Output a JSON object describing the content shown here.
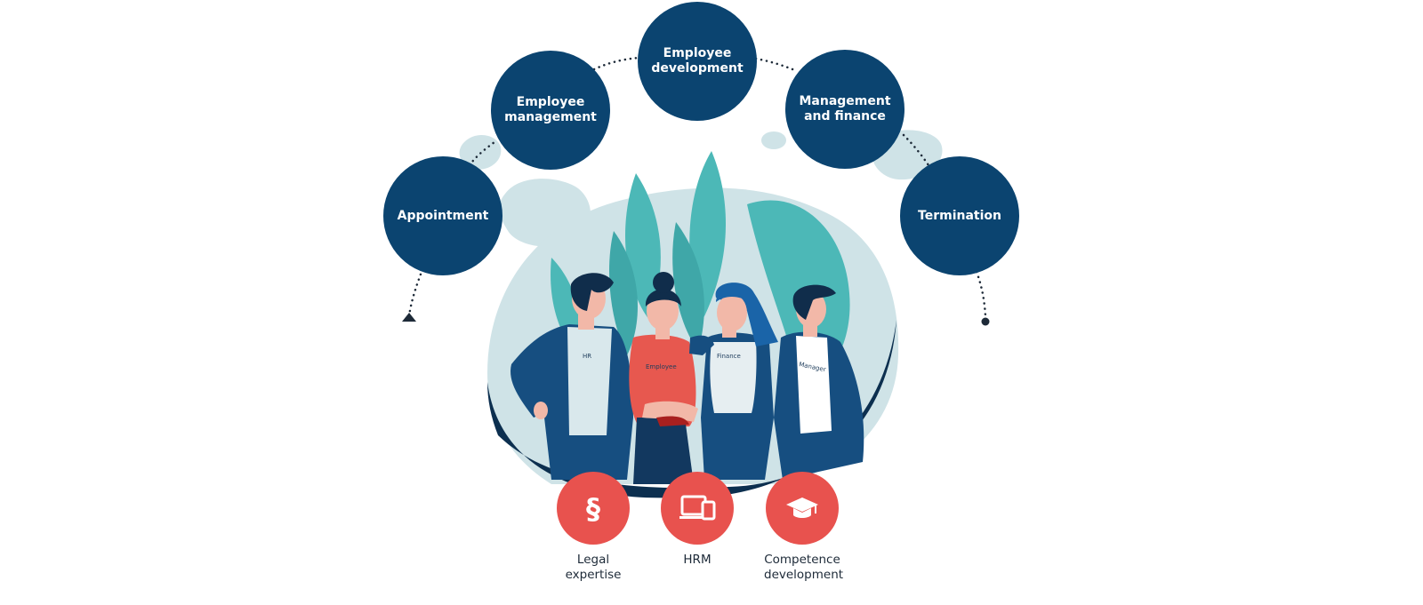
{
  "colors": {
    "stage_circle": "#0b4470",
    "service_badge": "#e8524e",
    "foliage": "#4cb8b7",
    "backdrop": "#cfe3e7",
    "jacket": "#164e80",
    "accent_red": "#e7584f"
  },
  "lifecycle": {
    "stages": [
      {
        "id": "appointment",
        "label": "Appointment"
      },
      {
        "id": "employee-management",
        "label": "Employee\nmanagement"
      },
      {
        "id": "employee-development",
        "label": "Employee\ndevelopment"
      },
      {
        "id": "management-finance",
        "label": "Management\nand finance"
      },
      {
        "id": "termination",
        "label": "Termination"
      }
    ]
  },
  "people": [
    {
      "id": "hr",
      "shirt_label": "HR"
    },
    {
      "id": "employee",
      "shirt_label": "Employee"
    },
    {
      "id": "finance",
      "shirt_label": "Finance"
    },
    {
      "id": "manager",
      "shirt_label": "Manager"
    }
  ],
  "services": [
    {
      "id": "legal-expertise",
      "label": "Legal\nexpertise",
      "icon": "section-sign-icon"
    },
    {
      "id": "hrm",
      "label": "HRM",
      "icon": "devices-icon"
    },
    {
      "id": "competence-development",
      "label": "Competence\ndevelopment",
      "icon": "graduation-cap-icon"
    }
  ]
}
